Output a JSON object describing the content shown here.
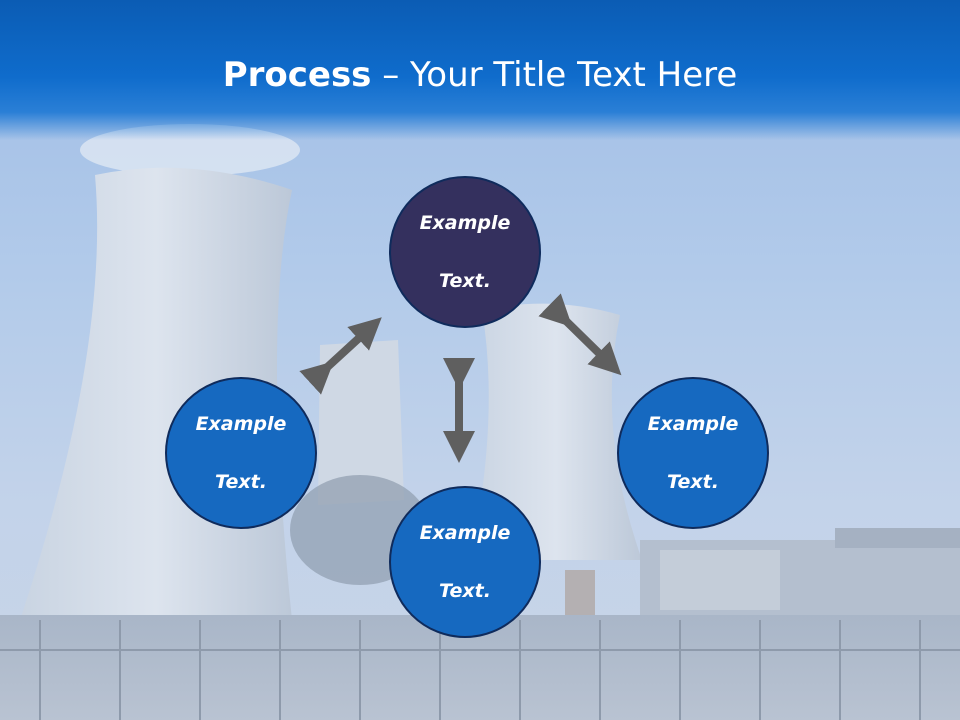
{
  "slide": {
    "title_bold": "Process",
    "title_rest": " – Your Title Text Here"
  },
  "diagram": {
    "nodes": [
      {
        "id": "top",
        "line1": "Example",
        "line2": "Text."
      },
      {
        "id": "left",
        "line1": "Example",
        "line2": "Text."
      },
      {
        "id": "right",
        "line1": "Example",
        "line2": "Text."
      },
      {
        "id": "bottom",
        "line1": "Example",
        "line2": "Text."
      }
    ]
  },
  "colors": {
    "header_blue": "#0f6ccc",
    "top_node": "#34305e",
    "side_node": "#1669c0",
    "arrow": "#5f5f5f"
  }
}
